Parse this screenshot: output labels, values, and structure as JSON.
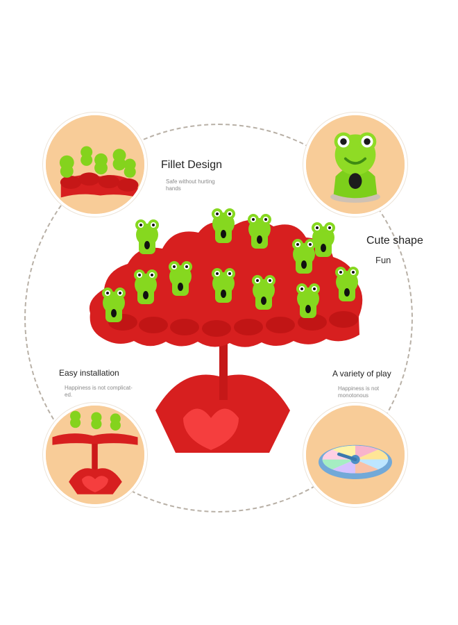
{
  "features": {
    "fillet": {
      "title": "Fillet Design",
      "subtitle_line1": "Safe without hurting",
      "subtitle_line2": "hands"
    },
    "cute": {
      "title": "Cute shape",
      "subtitle": "Fun"
    },
    "install": {
      "title": "Easy installation",
      "subtitle_line1": "Happiness is not complicat-",
      "subtitle_line2": "ed."
    },
    "variety": {
      "title": "A variety of play",
      "subtitle_line1": "Happiness is not",
      "subtitle_line2": "monotonous"
    }
  },
  "colors": {
    "inset_bg": "#f8cc98",
    "toy_red": "#e01f1f",
    "toy_dark_red": "#b31313",
    "frog_green": "#86d81f",
    "frog_dark_green": "#4f9e12",
    "dashed_ring": "#b8b0a6"
  },
  "icons": {
    "fillet": "frog-tray-closeup-image",
    "cute": "single-frog-image",
    "install": "toy-base-image",
    "variety": "spinner-wheel-image"
  }
}
